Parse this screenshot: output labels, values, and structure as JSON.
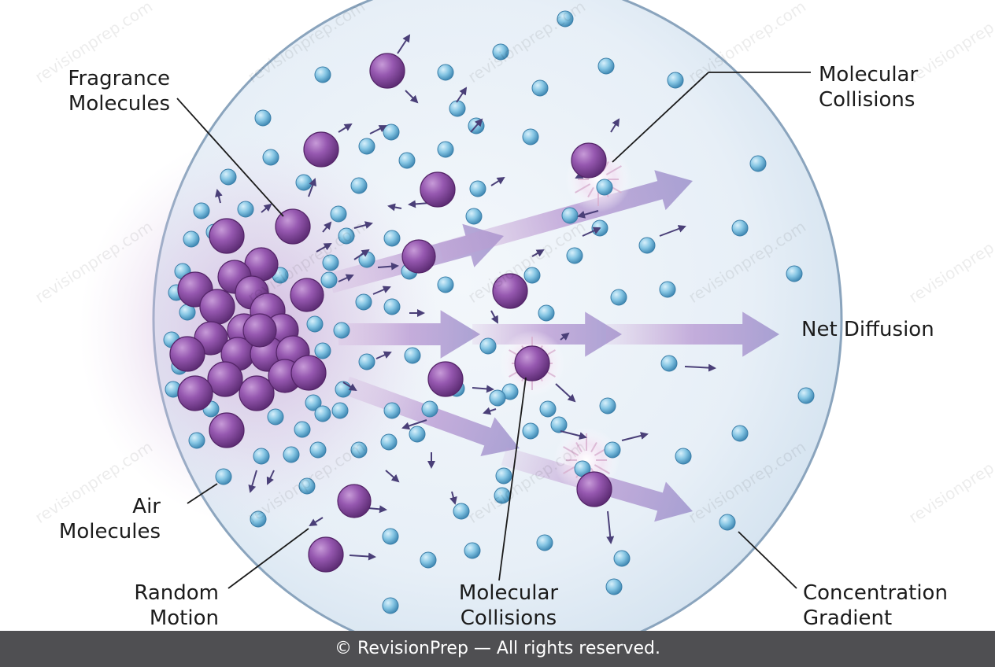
{
  "labels": {
    "fragrance": [
      "Fragrance",
      "Molecules"
    ],
    "collisions_top": [
      "Molecular",
      "Collisions"
    ],
    "net_diffusion": "Net Diffusion",
    "air": [
      "Air",
      "Molecules"
    ],
    "random_motion": [
      "Random",
      "Motion"
    ],
    "collisions_bottom": [
      "Molecular",
      "Collisions"
    ],
    "gradient": [
      "Concentration",
      "Gradient"
    ]
  },
  "watermark": "revisionprep.com",
  "footer": "© RevisionPrep — All rights reserved.",
  "colors": {
    "fragrance_molecule": "#8e4fa8",
    "air_molecule": "#7fc0e0",
    "diffusion_arrow": "#a899cf",
    "vessel_fill": "#e9f1f8",
    "vessel_rim": "#8aa4bd",
    "leader_line": "#1b1b1b",
    "footer_bg": "#4f4f52"
  },
  "icons": [
    "fragrance-molecule-icon",
    "air-molecule-icon",
    "collision-burst-icon",
    "motion-arrow-icon",
    "diffusion-arrow-icon"
  ]
}
